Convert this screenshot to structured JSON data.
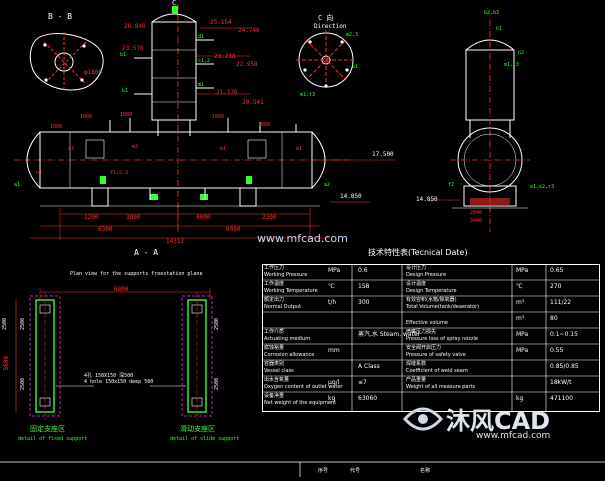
{
  "colors": {
    "bg": "#000000",
    "line": "#ffffff",
    "dim": "#ff3030",
    "accent": "#33ff33",
    "yellow": "#ffff33",
    "cyan": "#33ffff",
    "magenta": "#ff33ff"
  },
  "views": {
    "section_bb": "B - B",
    "section_aa": "A - A",
    "plan_caption": "Plan view for the supports freestation plane",
    "direction_title": "C 向",
    "direction_sub": "Direction",
    "fixed_support_cn": "固定支座区",
    "fixed_support_en": "detail of fixed support",
    "slide_support_cn": "滑动支座区",
    "slide_support_en": "detail of slide support",
    "hole_note_1": "4孔 150X150 深500",
    "hole_note_2": "4 hole 150x150 deep 500"
  },
  "dims": {
    "top_stack": [
      "26.840",
      "25.154",
      "24.746",
      "23.578",
      "23.218",
      "22.958",
      "21.176",
      "20.541"
    ],
    "elev_right": "17.500",
    "elev_low": "14.850",
    "elev_low_2": "14.850",
    "bottom_row_1": [
      "1200",
      "3800",
      "4000",
      "2300"
    ],
    "bottom_row_2": [
      "6300",
      "8000"
    ],
    "overall": "14312",
    "plan_width": "6800",
    "plan_height": "5600"
  },
  "watermark_top": "www.mfcad.com",
  "table": {
    "title": "技术特性表(Tecnical Date)",
    "rows": [
      {
        "l1": "工作压力",
        "l2": "Working Pressure",
        "unit": "MPa",
        "v": "0.6",
        "r1": "设计压力",
        "r2": "Design Pressure",
        "runit": "MPa",
        "rv": "0.65"
      },
      {
        "l1": "工作温度",
        "l2": "Working Temperature",
        "unit": "℃",
        "v": "158",
        "r1": "设计温度",
        "r2": "Design Temperature",
        "runit": "℃",
        "rv": "270"
      },
      {
        "l1": "额定出力",
        "l2": "Normal Output",
        "unit": "t/h",
        "v": "300",
        "r1": "有效容积(水箱/除氧器)",
        "r2": "Total Volume(tank/deaerator)",
        "runit": "m³",
        "rv": "111/22"
      },
      {
        "l1": "",
        "l2": "",
        "unit": "",
        "v": "",
        "r1": "",
        "r2": "Effective volume",
        "runit": "m³",
        "rv": "80"
      },
      {
        "l1": "工作介质",
        "l2": "Actuating medium",
        "unit": "",
        "v": "蒸汽,水 Steam, water",
        "r1": "喷嘴压力损失",
        "r2": "Pressure loss of spray nozzle",
        "runit": "MPa",
        "rv": "0.1~0.15"
      },
      {
        "l1": "腐蚀裕量",
        "l2": "Corrosion allowance",
        "unit": "mm",
        "v": "",
        "r1": "安全阀开启压力",
        "r2": "Pressure of safety valve",
        "runit": "MPa",
        "rv": "0.55"
      },
      {
        "l1": "容器类别",
        "l2": "Vessel class",
        "unit": "",
        "v": "A Class",
        "r1": "焊缝系数",
        "r2": "Coefficient of weld seam",
        "runit": "",
        "rv": "0.85/0.85"
      },
      {
        "l1": "出水含氧量",
        "l2": "Oxygen content of outlet water",
        "unit": "μg/l",
        "v": "≤7",
        "r1": "产品重量",
        "r2": "Weight of all measure parts",
        "runit": "",
        "rv": "18kW/t"
      },
      {
        "l1": "设备净重",
        "l2": "Net weight of the equipment",
        "unit": "kg",
        "v": "63060",
        "r1": "",
        "r2": "",
        "runit": "kg",
        "rv": "471100"
      }
    ]
  },
  "watermark_logo": "沐风CAD",
  "watermark_url": "www.mfcad.com"
}
